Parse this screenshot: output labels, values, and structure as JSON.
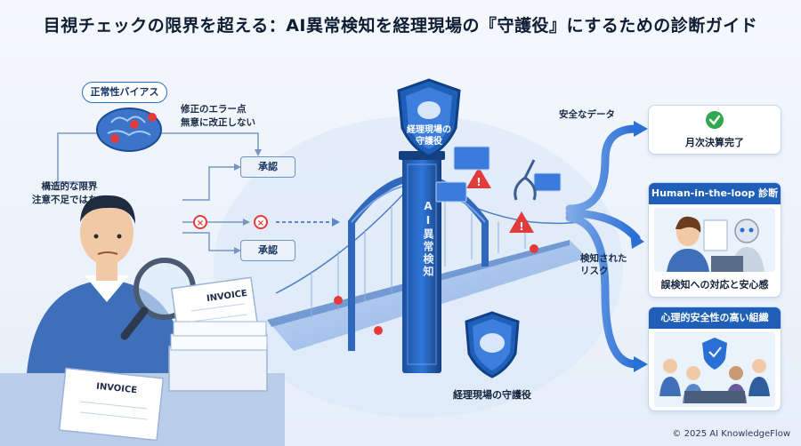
{
  "title": "目視チェックの限界を超える：AI異常検知を経理現場の『守護役』にするための診断ガイド",
  "left": {
    "bias_label": "正常性バイアス",
    "bias_note_1": "修正のエラー点",
    "bias_note_2": "無意に改正しない",
    "structural_1": "構造的な限界",
    "structural_2": "注意不足ではない",
    "approve_1": "承認",
    "approve_2": "承認",
    "invoice_1": "INVOICE",
    "invoice_2": "INVOICE"
  },
  "center": {
    "shield_top_1": "経理現場の",
    "shield_top_2": "守護役",
    "tower_label": "AI異常検知",
    "shield_bottom_caption": "経理現場の守護役"
  },
  "right": {
    "safe_data_label": "安全なデータ",
    "detected_risk_1": "検知された",
    "detected_risk_2": "リスク",
    "card1_text": "月次決算完了",
    "card2_title": "Human-in-the-loop 診断",
    "card2_text": "誤検知への対応と安心感",
    "card3_title": "心理的安全性の高い組織",
    "card3_text": ""
  },
  "footer": "© 2025 AI KnowledgeFlow",
  "colors": {
    "accent": "#1f5fb8",
    "danger": "#e23b3b",
    "success": "#2fa84f"
  }
}
